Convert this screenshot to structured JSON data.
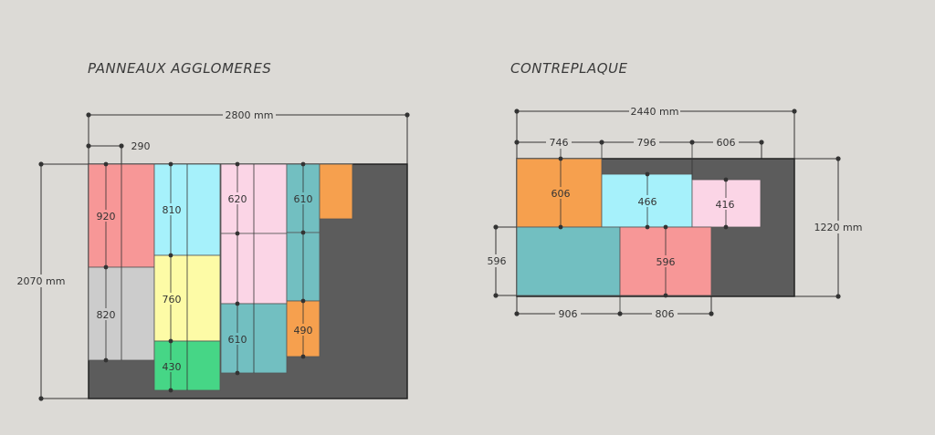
{
  "left_panel": {
    "title": "PANNEAUX AGGLOMERES",
    "width_label": "2800 mm",
    "small_width_label": "290",
    "height_label": "2070 mm",
    "pieces": [
      "920",
      "820",
      "810",
      "760",
      "430",
      "620",
      "610",
      "610",
      "490"
    ]
  },
  "right_panel": {
    "title": "CONTREPLAQUE",
    "width_label": "2440 mm",
    "top_dims": [
      "746",
      "796",
      "606"
    ],
    "height_label": "1220 mm",
    "left_dim": "596",
    "bottom_dims": [
      "906",
      "806"
    ],
    "pieces": [
      "606",
      "466",
      "416",
      "596"
    ]
  },
  "colors": {
    "board": "#5c5c5c",
    "red": "#f79797",
    "gray": "#cccccc",
    "cyan": "#a6f1fb",
    "yellow": "#fdfba6",
    "green": "#46d686",
    "pink": "#fbd5e6",
    "teal": "#72bfc1",
    "orange": "#f6a04e"
  }
}
